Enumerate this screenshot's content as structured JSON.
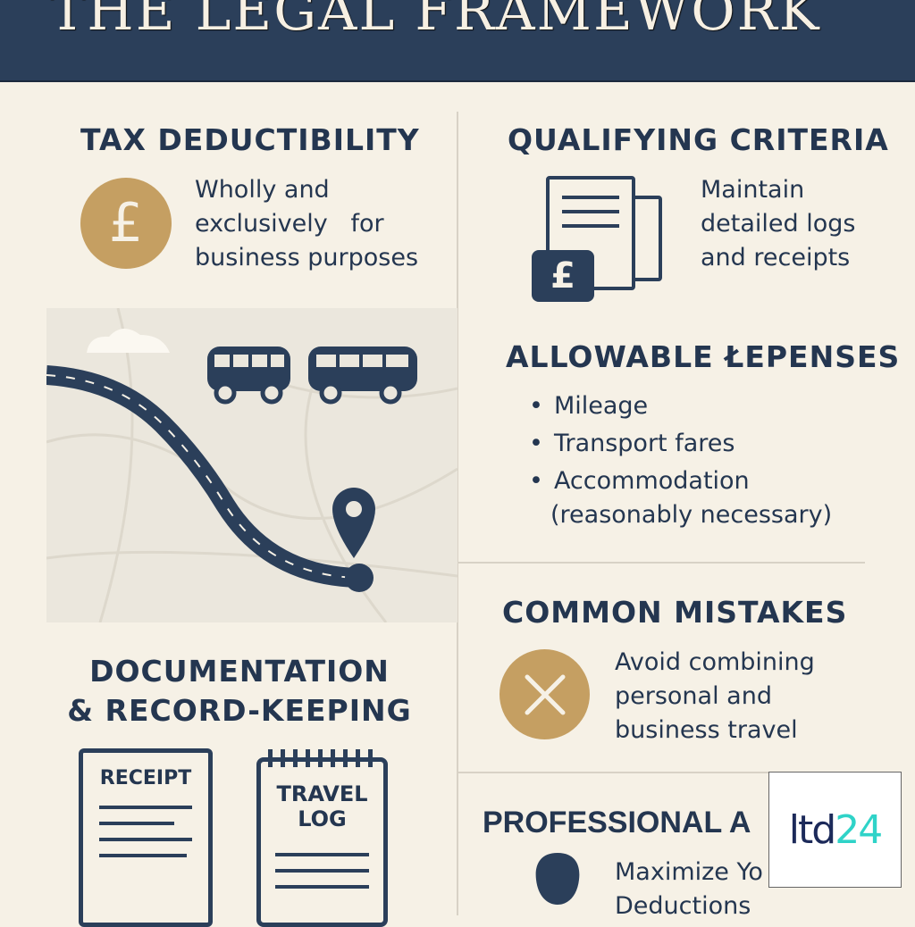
{
  "header": {
    "title": "THE LEGAL FRAMEWORK"
  },
  "tax": {
    "heading": "TAX DEDUCTIBILITY",
    "lines": [
      "Wholly and",
      "exclusively   for",
      "business purposes"
    ],
    "icon": "pound-icon",
    "symbol": "£"
  },
  "qualifying": {
    "heading": "QUALIFYING CRITERIA",
    "lines": [
      "Maintain",
      "detailed logs",
      "and receipts"
    ],
    "icon": "document-receipt-icon",
    "symbol": "£"
  },
  "allowable": {
    "heading": "ALLOWABLE ŁEPENSES",
    "items": [
      "Mileage",
      "Transport fares",
      "Accommodation"
    ],
    "note": "(reasonably necessary)"
  },
  "map": {
    "icons": [
      "cloud-icon",
      "bus-icon",
      "bus-icon",
      "road-icon",
      "location-pin-icon"
    ]
  },
  "mistakes": {
    "heading": "COMMON MISTAKES",
    "lines": [
      "Avoid combining",
      "personal and",
      "business travel"
    ],
    "icon": "x-icon"
  },
  "documentation": {
    "heading_lines": [
      "DOCUMENTATION",
      "& RECORD-KEEPING"
    ],
    "receipt_label": "RECEIPT",
    "log_label_lines": [
      "TRAVEL",
      "LOG"
    ]
  },
  "professional": {
    "heading": "PROFESSIONAL A",
    "lines": [
      "Maximize Yo",
      "Deductions"
    ],
    "icon": "person-icon"
  },
  "logo": {
    "text_dark": "ltd",
    "text_accent": "24"
  },
  "colors": {
    "navy": "#2b3f5a",
    "gold": "#c59f62",
    "background": "#f6f1e6",
    "logo_accent": "#2fd3c8",
    "logo_dark": "#1c2a5a"
  }
}
